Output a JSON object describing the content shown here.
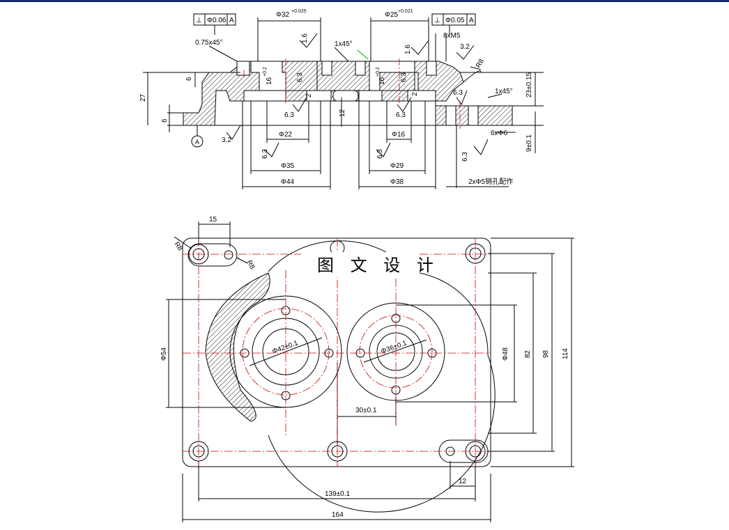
{
  "colors": {
    "outline": "#000000",
    "center": "#cc0000",
    "hatch": "#000000",
    "accent": "#00aa00"
  },
  "watermark": "图 文 设 计",
  "section": {
    "datum_label": "A",
    "tol_left": {
      "sym": "⊥",
      "val": "Φ0.06",
      "ref": "A"
    },
    "tol_right": {
      "sym": "⊥",
      "val": "Φ0.05",
      "ref": "A"
    },
    "d32": "Φ32",
    "d32_tol": "+0.025",
    "d25": "Φ25",
    "d25_tol": "+0.021",
    "ch075": "0.75x45°",
    "ch1a": "1x45°",
    "ch1b": "1x45°",
    "m5": "8xM5",
    "r8": "R8",
    "rough16a": "1.6",
    "rough16b": "1.6",
    "rough32a": "3.2",
    "rough32b": "3.2",
    "rough63": [
      "6.3",
      "6.3",
      "6.3",
      "6.3",
      "6.3",
      "6.3",
      "6.3",
      "6.3"
    ],
    "h6a": "6",
    "h16a": "16",
    "h16a_tol": "+0.2",
    "h2a": "2",
    "h16b": "16",
    "h16b_tol": "+0.2",
    "h2b": "2",
    "h27": "27",
    "h6b": "6",
    "h12": "12",
    "h23": "23±0.15",
    "h9": "9±0.1",
    "d22": "Φ22",
    "d16": "Φ16",
    "d35": "Φ35",
    "d29": "Φ29",
    "d44": "Φ44",
    "d38": "Φ38",
    "holes6": "6xΦ6",
    "note2": "2xΦ5销孔配作"
  },
  "plan": {
    "d15": "15",
    "r8a": "R8",
    "r8b": "R8",
    "d54": "Φ54",
    "d42": "Φ42±0.1",
    "d36": "Φ36±0.1",
    "d48": "Φ48",
    "d30": "30±0.1",
    "d12": "12",
    "d82": "82",
    "d98": "98",
    "d114": "114",
    "d139": "139±0.1",
    "d164": "164"
  }
}
